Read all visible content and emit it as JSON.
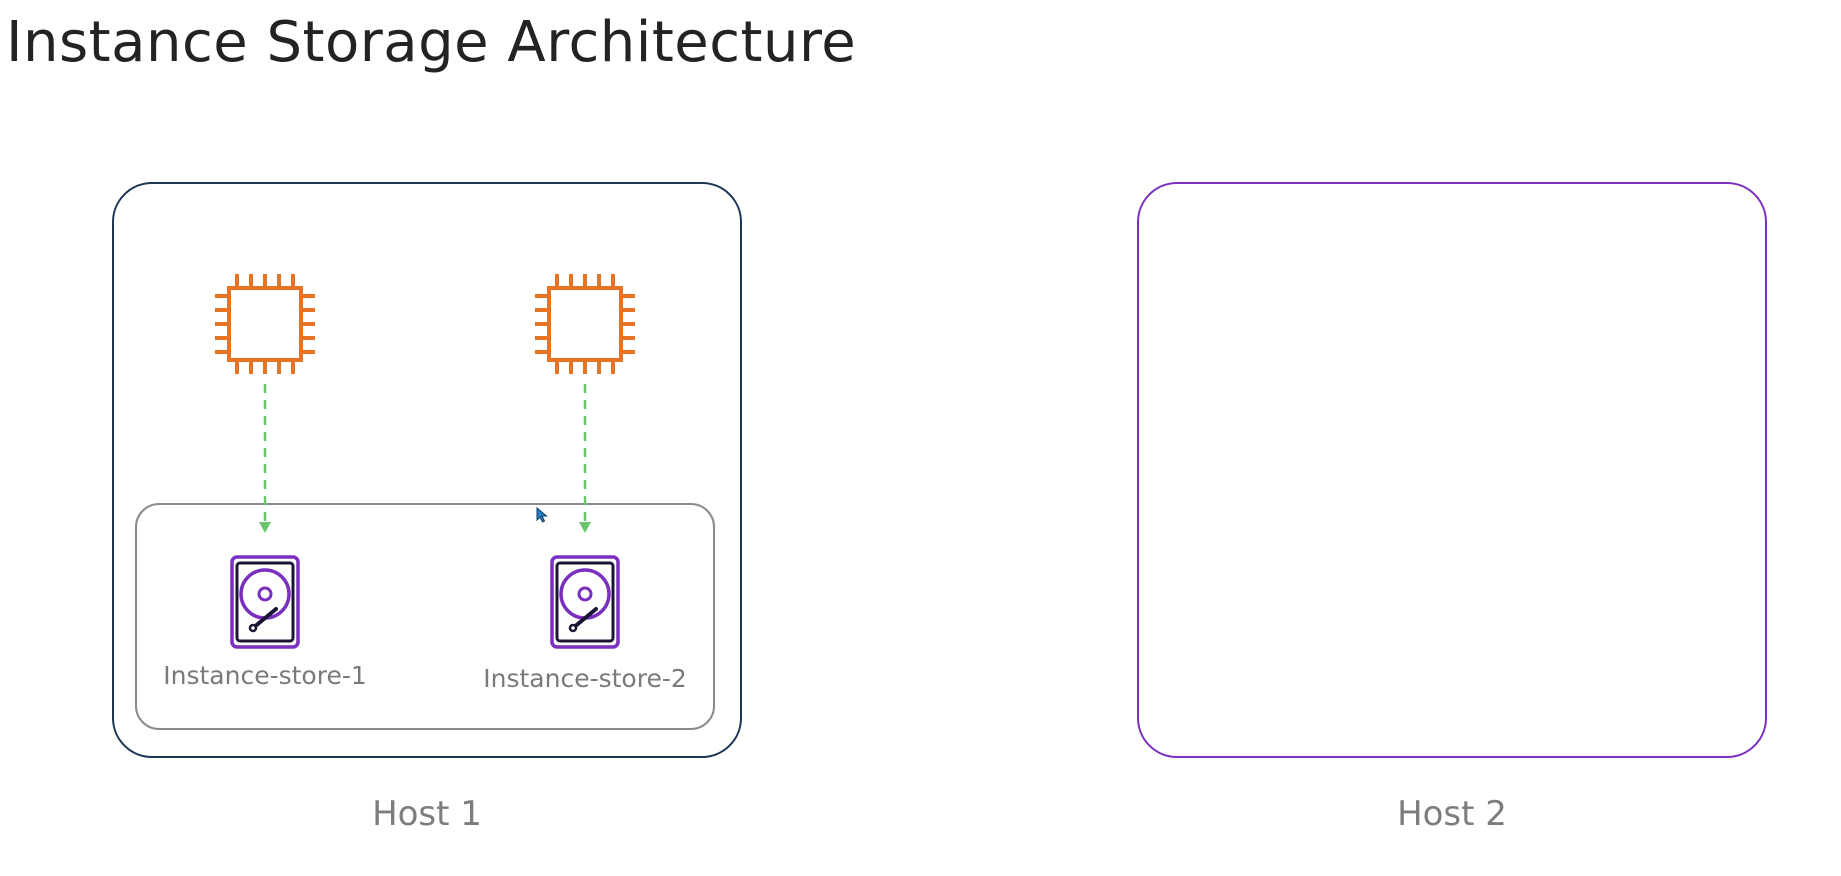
{
  "title": "Instance Storage Architecture",
  "hosts": [
    {
      "label": "Host 1"
    },
    {
      "label": "Host 2"
    }
  ],
  "instances": [
    {
      "icon": "cpu-chip-icon",
      "store": "Instance-store-1"
    },
    {
      "icon": "cpu-chip-icon",
      "store": "Instance-store-2"
    }
  ],
  "colors": {
    "chip": "#e47424",
    "arrow": "#6cc46c",
    "disk": "#7b2fbf",
    "host1_border": "#1c3556",
    "host2_border": "#7b2fbf",
    "group_border": "#8a8a8a"
  }
}
